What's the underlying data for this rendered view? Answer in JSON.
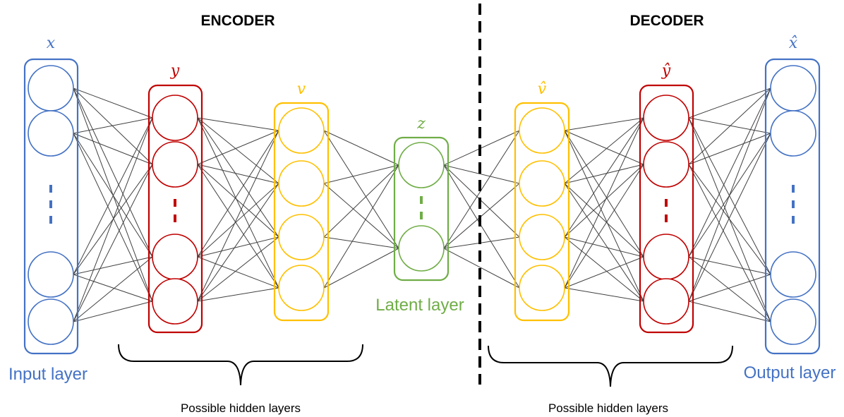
{
  "encoder": {
    "title": "ENCODER"
  },
  "decoder": {
    "title": "DECODER"
  },
  "colors": {
    "blue": "#4472c4",
    "red": "#c00000",
    "yellow": "#ffc000",
    "green": "#70ad47",
    "edge": "#404040",
    "divider": "#000000"
  },
  "layers": [
    {
      "id": "x",
      "symbol": "x",
      "color": "blue",
      "label": "Input layer"
    },
    {
      "id": "y",
      "symbol": "y",
      "color": "red"
    },
    {
      "id": "v",
      "symbol": "v",
      "color": "yellow"
    },
    {
      "id": "z",
      "symbol": "z",
      "color": "green",
      "label": "Latent layer"
    },
    {
      "id": "v-hat",
      "symbol": "v̂",
      "color": "yellow"
    },
    {
      "id": "y-hat",
      "symbol": "ŷ",
      "color": "red"
    },
    {
      "id": "x-hat",
      "symbol": "x̂",
      "color": "blue",
      "label": "Output layer"
    }
  ],
  "braces": [
    {
      "label": "Possible hidden layers"
    },
    {
      "label": "Possible hidden layers"
    }
  ]
}
